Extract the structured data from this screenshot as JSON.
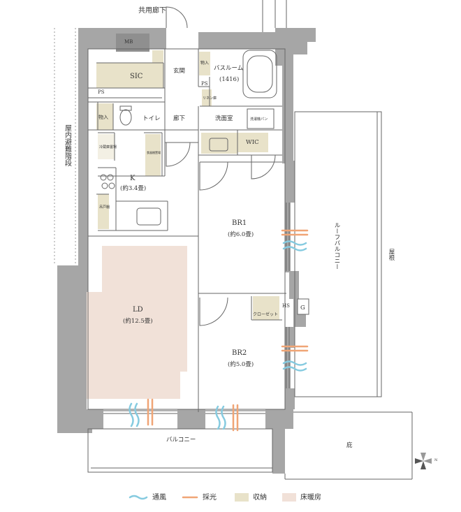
{
  "labels": {
    "corridor": "共用廊下",
    "mb": "MB",
    "sic": "SIC",
    "ps1": "PS",
    "ps2": "PS",
    "entrance": "玄関",
    "storage1": "物入",
    "storage2": "物入",
    "bathroom": "バスルーム",
    "bath_size": "(1416)",
    "linen": "リネン庫",
    "toilet": "トイレ",
    "hallway": "廊下",
    "washroom": "洗面室",
    "washer": "洗濯機パン",
    "wic": "WIC",
    "fridge": "冷蔵庫置場",
    "dish": "食器棚置場",
    "kitchen": "K",
    "kitchen_size": "(約3.4畳)",
    "pantry": "吊戸棚",
    "br1": "BR1",
    "br1_size": "(約6.0畳)",
    "ld": "LD",
    "ld_size": "(約12.5畳)",
    "closet": "クローゼット",
    "hs": "HS",
    "g": "G",
    "br2": "BR2",
    "br2_size": "(約5.0畳)",
    "balcony": "バルコニー",
    "garden": "庇",
    "roof_balcony": "ルーフバルコニー",
    "roof": "屋根",
    "stairs": "屋内避難階段",
    "north": "N"
  },
  "legend": {
    "ventilation": "通風",
    "daylight": "採光",
    "storage": "収納",
    "floor_heating": "床暖房"
  },
  "colors": {
    "wall": "#a6a6a6",
    "storage": "#e8e2c9",
    "floor_heating": "#f1e1d8",
    "wind": "#86cbe0",
    "light": "#f0a576"
  }
}
